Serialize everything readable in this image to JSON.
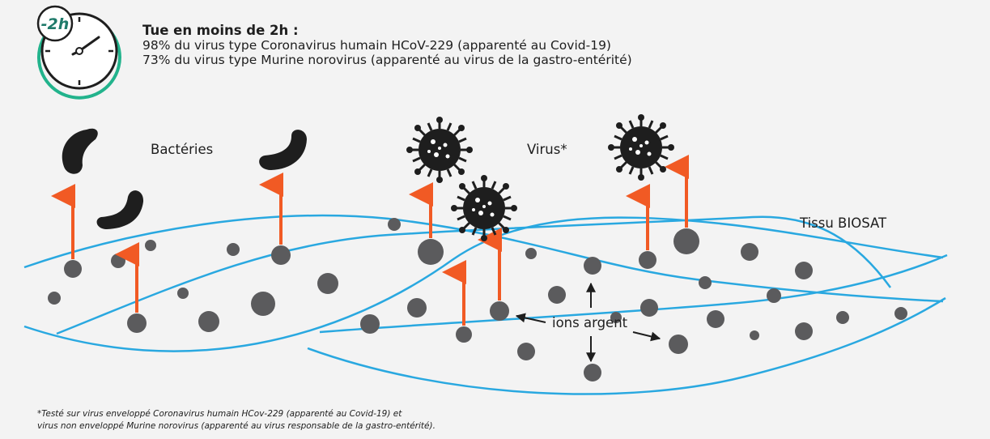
{
  "timer": {
    "label": "-2h"
  },
  "header": {
    "title": "Tue en moins de 2h :",
    "lines": [
      "98% du virus type Coronavirus humain HCoV-229 (apparenté au Covid-19)",
      "73% du virus type Murine norovirus (apparenté au virus de la gastro-entérité)"
    ]
  },
  "labels": {
    "bacteria": "Bactéries",
    "virus": "Virus*",
    "tissue": "Tissu BIOSAT",
    "ions": "ions argent"
  },
  "footnote": {
    "line1": "*Testé sur virus enveloppé Coronavirus humain HCov-229 (apparenté au Covid-19) et",
    "line2": "virus non enveloppé Murine norovirus (apparenté au virus responsable de la gastro-entérité)."
  },
  "colors": {
    "arrow": "#f15a24",
    "fiber": "#29a8e0",
    "ion": "#5b5b5d",
    "microbe": "#1e1e1e",
    "timer_ring": "#22b38c"
  }
}
